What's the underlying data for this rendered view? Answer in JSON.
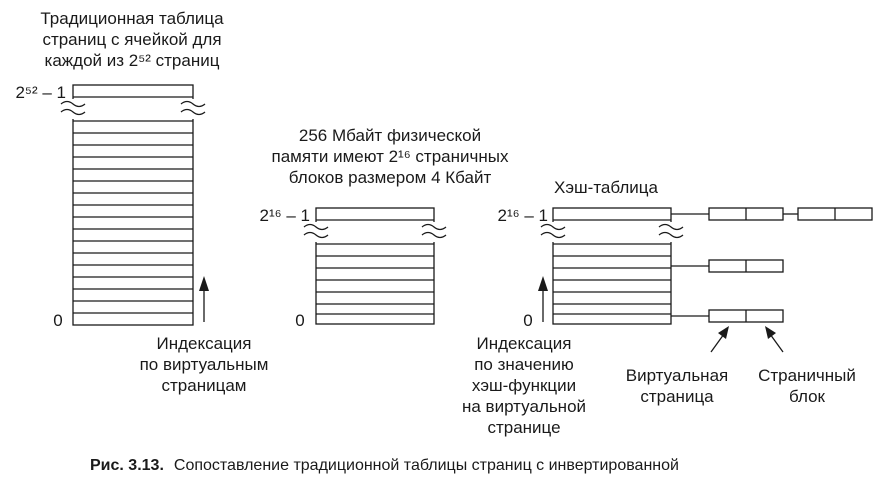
{
  "left_table": {
    "title_lines": [
      "Традиционная таблица",
      "страниц с ячейкой для",
      "каждой из 2⁵² страниц"
    ],
    "top_label": "2⁵² – 1",
    "bottom_label": "0",
    "index_lines": [
      "Индексация",
      "по виртуальным",
      "страницам"
    ]
  },
  "middle_table": {
    "title_lines": [
      "256 Мбайт физической",
      "памяти имеют 2¹⁶ страничных",
      "блоков размером 4 Кбайт"
    ],
    "top_label": "2¹⁶ – 1",
    "bottom_label": "0"
  },
  "right_table": {
    "title": "Хэш-таблица",
    "top_label": "2¹⁶ – 1",
    "bottom_label": "0",
    "index_lines": [
      "Индексация",
      "по значению",
      "хэш-функции",
      "на виртуальной",
      "странице"
    ],
    "virtual_page_lines": [
      "Виртуальная",
      "страница"
    ],
    "page_frame_lines": [
      "Страничный",
      "блок"
    ]
  },
  "caption": {
    "prefix": "Рис. 3.13.",
    "text": "Сопоставление традиционной таблицы страниц с инвертированной"
  }
}
